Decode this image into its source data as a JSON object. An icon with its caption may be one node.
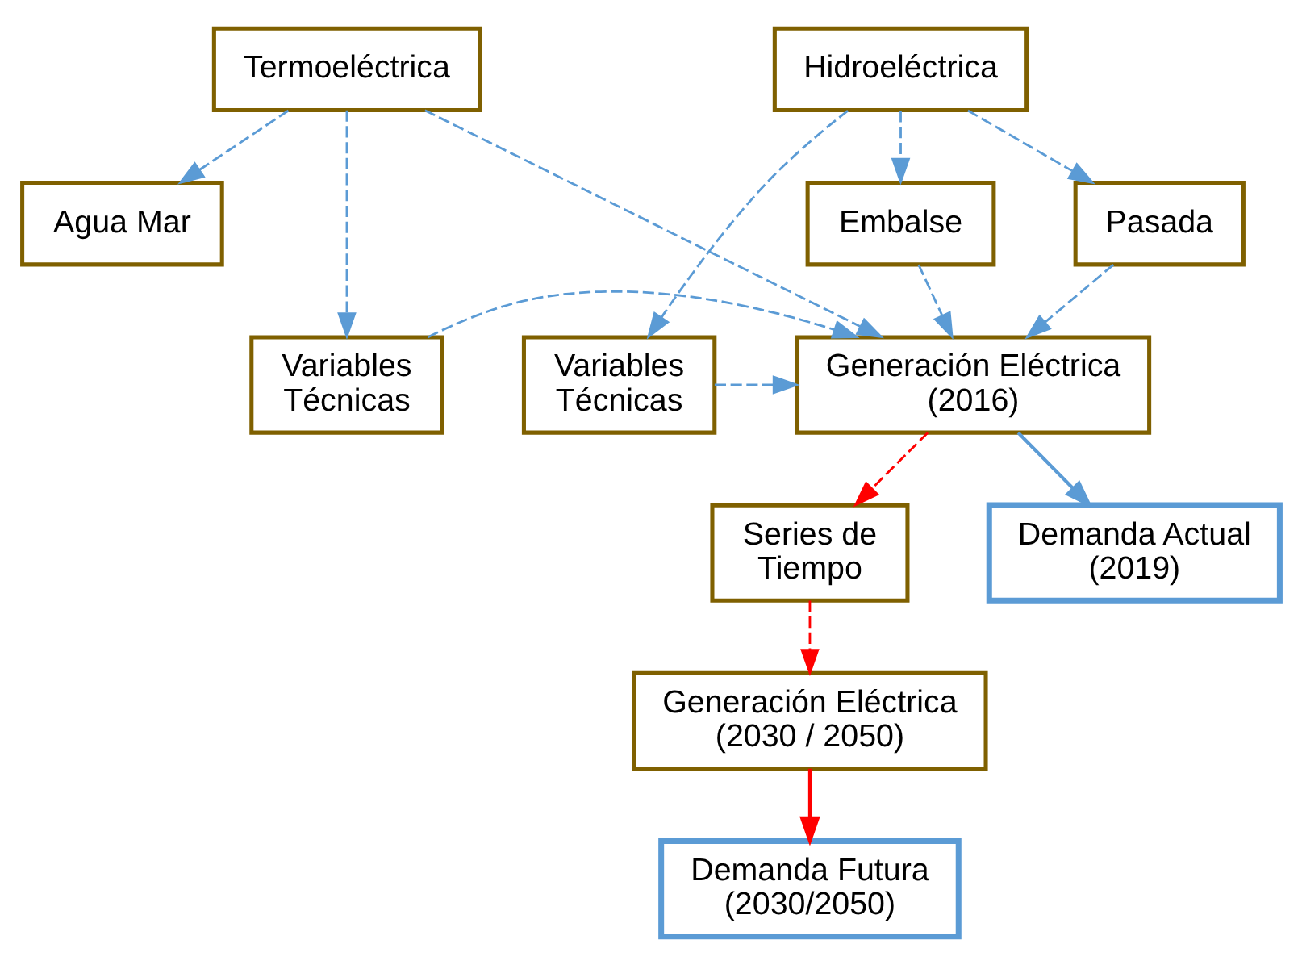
{
  "diagram": {
    "nodes": [
      {
        "text": [
          "Hidroeléctrica"
        ]
      },
      {
        "text": [
          "Termoeléctrica"
        ]
      },
      {
        "text": [
          "Embalse"
        ]
      },
      {
        "text": [
          "Pasada"
        ]
      },
      {
        "text": [
          "Agua Mar"
        ]
      },
      {
        "text": [
          "Variables Técnicas"
        ]
      },
      {
        "text": [
          "Generación Eléctrica (2016)"
        ]
      },
      {
        "text": [
          "Variables Técnicas"
        ]
      },
      {
        "text": [
          "Series de Tiempo"
        ]
      },
      {
        "text": [
          "Demanda Actual (2019)"
        ]
      },
      {
        "text": [
          "Generación Eléctrica (2030 / 2050)"
        ]
      },
      {
        "text": [
          "Demanda Futura (2030/2050)"
        ]
      }
    ],
    "edges": [
      {
        "from": 0,
        "to": 5,
        "arrow": "to",
        "style": "dashed"
      },
      {
        "from": 0,
        "to": 2,
        "arrow": "to",
        "style": "dashed"
      },
      {
        "from": 0,
        "to": 3,
        "arrow": "to",
        "style": "dashed"
      },
      {
        "from": 1,
        "to": 6,
        "arrow": "to",
        "style": "dashed"
      },
      {
        "from": 1,
        "to": 4,
        "arrow": "to",
        "style": "dashed"
      },
      {
        "from": 1,
        "to": 7,
        "arrow": "to",
        "style": "dashed"
      },
      {
        "from": 2,
        "to": 6,
        "arrow": "to",
        "style": "dashed"
      },
      {
        "from": 3,
        "to": 6,
        "arrow": "to",
        "style": "dashed"
      },
      {
        "from": 5,
        "to": 6,
        "arrow": "to",
        "style": "dashed"
      },
      {
        "from": 7,
        "to": 6,
        "arrow": "to",
        "style": "dashed"
      },
      {
        "from": 6,
        "to": 8,
        "arrow": "to",
        "style": "dashed",
        "color": "#ff0000"
      },
      {
        "from": 6,
        "to": 9,
        "arrow": "to"
      },
      {
        "from": 8,
        "to": 10,
        "arrow": "to",
        "style": "dashed",
        "color": "#ff0000"
      },
      {
        "from": 10,
        "to": 11,
        "arrow": "to",
        "color": "#ff0000"
      }
    ]
  }
}
